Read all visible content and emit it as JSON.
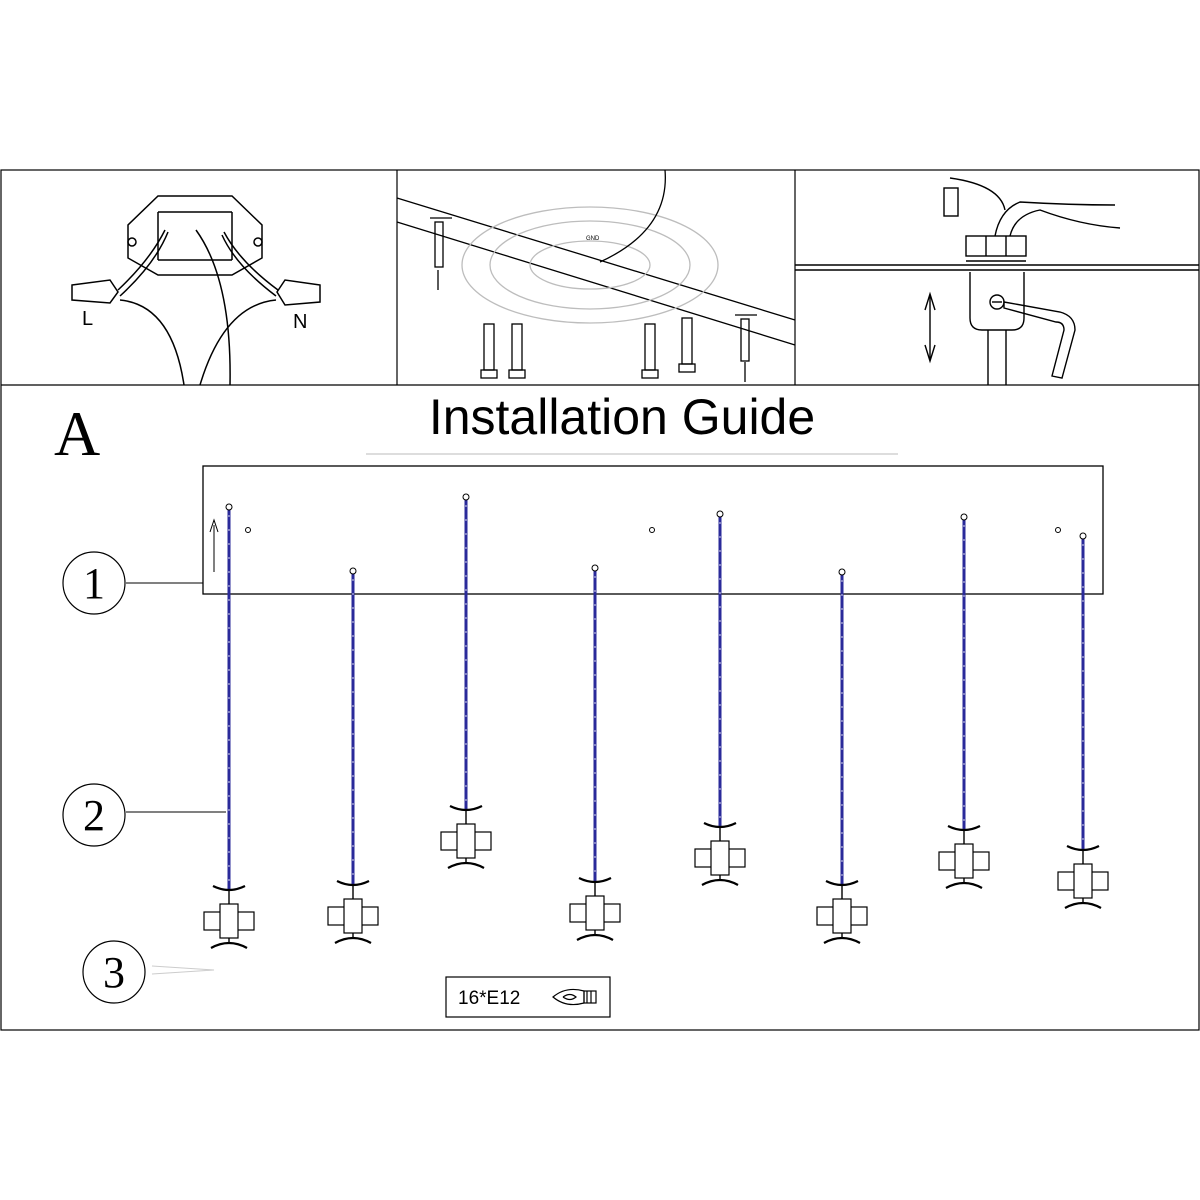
{
  "title": "Installation Guide",
  "section_letter": "A",
  "callouts": [
    "1",
    "2",
    "3"
  ],
  "wire_labels": {
    "live": "L",
    "neutral": "N"
  },
  "ground_label": "GND",
  "bulb_spec": "16*E12",
  "icons": [
    "junction-box-icon",
    "wire-nut-icon",
    "mounting-plate-icon",
    "screw-icon",
    "hex-key-icon",
    "up-down-arrow-icon",
    "bulb-icon",
    "arrow-up-icon"
  ],
  "colors": {
    "line": "#000000",
    "cord": "#2a2a9a",
    "faint": "#cccccc"
  }
}
